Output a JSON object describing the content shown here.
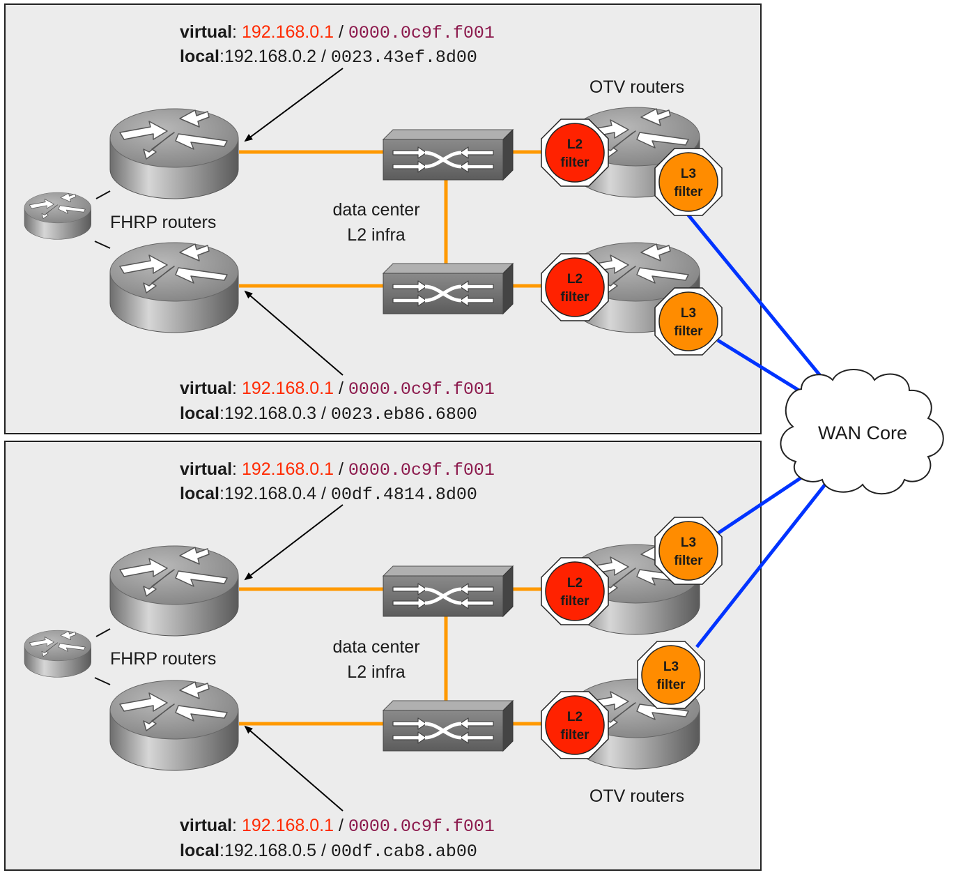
{
  "colors": {
    "panel_bg": "#ececec",
    "l2_link": "#ff9900",
    "wan_link": "#0033ff",
    "virtual_ip": "#ff2a00",
    "virtual_mac": "#8c1a4d",
    "l2_filter": "#ff2200",
    "l3_filter": "#ff8c00"
  },
  "icons": {
    "router": "router-icon",
    "switch": "switch-icon",
    "cloud": "cloud-icon",
    "filter": "stop-sign-icon"
  },
  "common": {
    "virtual_label": "virtual",
    "local_label": "local",
    "virtual_ip": "192.168.0.1",
    "virtual_mac": "0000.0c9f.f001",
    "sep": "/",
    "colon": ":",
    "fhrp_label": "FHRP routers",
    "otv_label": "OTV routers",
    "infra_line1": "data center",
    "infra_line2": "L2 infra",
    "l2_line1": "L2",
    "l3_line1": "L3",
    "filter_word": "filter",
    "wan_label": "WAN Core"
  },
  "site1": {
    "router1_local_ip": "192.168.0.2",
    "router1_local_mac": "0023.43ef.8d00",
    "router2_local_ip": "192.168.0.3",
    "router2_local_mac": "0023.eb86.6800"
  },
  "site2": {
    "router1_local_ip": "192.168.0.4",
    "router1_local_mac": "00df.4814.8d00",
    "router2_local_ip": "192.168.0.5",
    "router2_local_mac": "00df.cab8.ab00"
  }
}
